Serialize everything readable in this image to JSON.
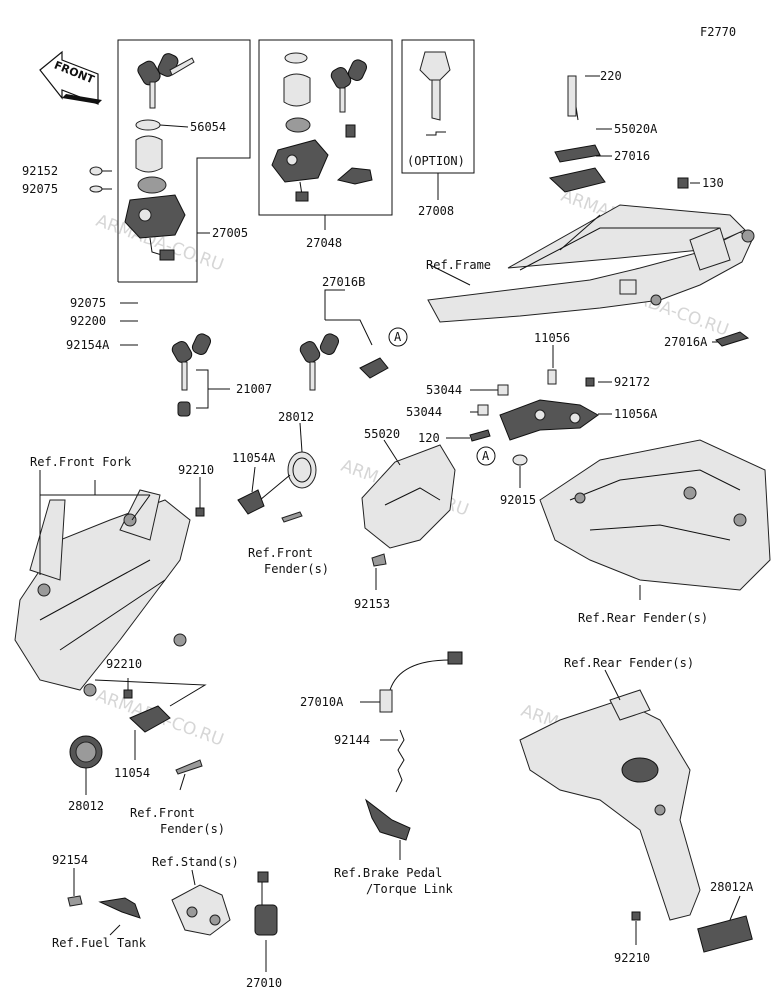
{
  "diagram_code": "F2770",
  "front_label": "FRONT",
  "option_label": "(OPTION)",
  "watermark": "ARMADA-CO.RU",
  "part_numbers": {
    "p220": "220",
    "p56054": "56054",
    "p55020A": "55020A",
    "p27016": "27016",
    "p92152": "92152",
    "p92075a": "92075",
    "p130": "130",
    "p27005": "27005",
    "p27048": "27048",
    "p27008": "27008",
    "p92075b": "92075",
    "p92200": "92200",
    "p92154A": "92154A",
    "p27016B": "27016B",
    "p27016A": "27016A",
    "p11056": "11056",
    "p21007": "21007",
    "p92172": "92172",
    "p53044a": "53044",
    "p53044b": "53044",
    "p11056A": "11056A",
    "p28012a": "28012",
    "p11054A": "11054A",
    "p92210a": "92210",
    "p55020": "55020",
    "p120": "120",
    "p92015": "92015",
    "p92153": "92153",
    "p92210b": "92210",
    "p27010A": "27010A",
    "p92144": "92144",
    "p11054": "11054",
    "p28012b": "28012",
    "p28012A": "28012A",
    "p92154": "92154",
    "p27010": "27010",
    "p92210c": "92210",
    "callout_a1": "A",
    "callout_a2": "A"
  },
  "refs": {
    "frame": "Ref.Frame",
    "front_fork": "Ref.Front Fork",
    "front_fender_1a": "Ref.Front",
    "front_fender_1b": "Fender(s)",
    "rear_fender_1": "Ref.Rear Fender(s)",
    "rear_fender_2": "Ref.Rear Fender(s)",
    "front_fender_2a": "Ref.Front",
    "front_fender_2b": "Fender(s)",
    "brake_a": "Ref.Brake Pedal",
    "brake_b": "/Torque Link",
    "stand": "Ref.Stand(s)",
    "fuel_tank": "Ref.Fuel Tank"
  }
}
